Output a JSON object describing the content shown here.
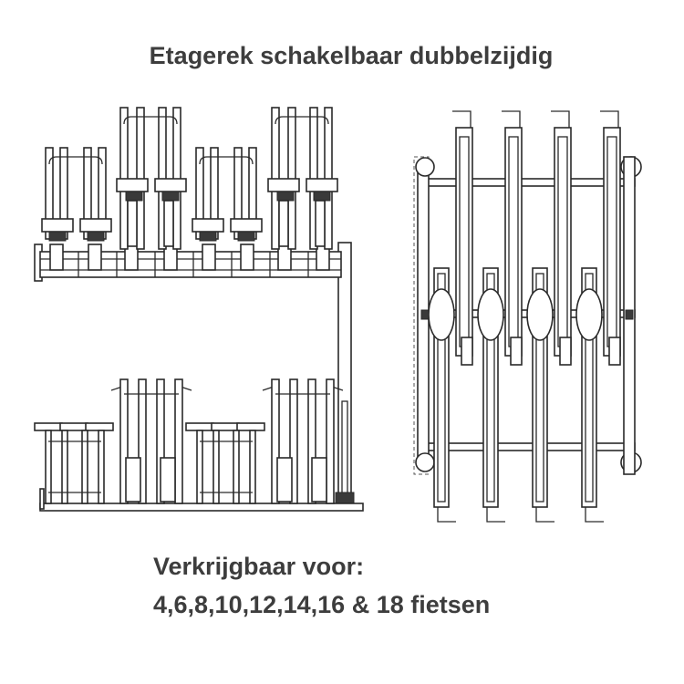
{
  "title": "Etagerek schakelbaar dubbelzijdig",
  "caption": {
    "line1": "Verkrijgbaar voor:",
    "line2": "4,6,8,10,12,14,16 & 18 fietsen"
  },
  "colors": {
    "text": "#3d3d3d",
    "line": "#2a2a2a",
    "background": "#ffffff"
  }
}
